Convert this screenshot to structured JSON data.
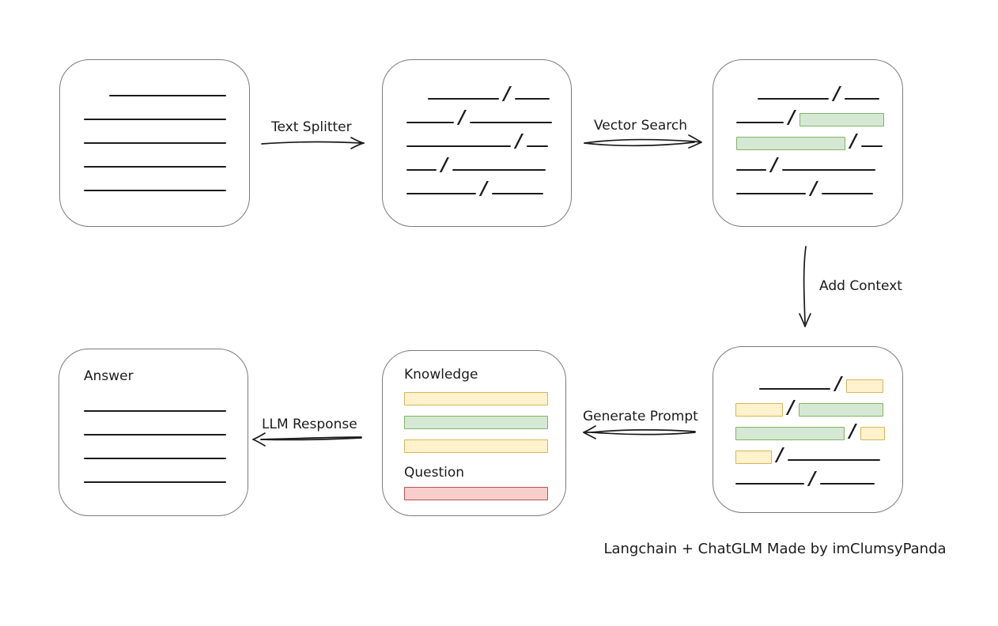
{
  "caption": "Langchain + ChatGLM Made by imClumsyPanda",
  "slash_char": "/",
  "labels": {
    "text_splitter": "Text Splitter",
    "vector_search": "Vector Search",
    "add_context": "Add Context",
    "generate_prompt": "Generate Prompt",
    "llm_response": "LLM Response"
  },
  "colors": {
    "line": "#1b1b1b",
    "box_border": "#7b7b7b",
    "green_fill": "#d5e8d4",
    "green_border": "#82b366",
    "yellow_fill": "#fff2cc",
    "yellow_border": "#d6b656",
    "red_fill": "#f8cecc",
    "red_border": "#b85450"
  },
  "boxes": {
    "document": {
      "lines": [
        {
          "w": 148,
          "indent": 32
        },
        {
          "w": 180
        },
        {
          "w": 180
        },
        {
          "w": 180
        },
        {
          "w": 180
        }
      ]
    },
    "split_chunks": {
      "rows": [
        {
          "indent": 27,
          "segs": [
            {
              "t": "line",
              "w": 90
            },
            {
              "t": "slash"
            },
            {
              "t": "line",
              "w": 44
            }
          ]
        },
        {
          "segs": [
            {
              "t": "line",
              "w": 60
            },
            {
              "t": "slash"
            },
            {
              "t": "line",
              "w": 104
            }
          ]
        },
        {
          "segs": [
            {
              "t": "line",
              "w": 132
            },
            {
              "t": "slash"
            },
            {
              "t": "line",
              "w": 27
            }
          ]
        },
        {
          "segs": [
            {
              "t": "line",
              "w": 38
            },
            {
              "t": "slash"
            },
            {
              "t": "line",
              "w": 118
            }
          ]
        },
        {
          "segs": [
            {
              "t": "line",
              "w": 88
            },
            {
              "t": "slash"
            },
            {
              "t": "line",
              "w": 65
            }
          ]
        }
      ]
    },
    "matched_chunks": {
      "rows": [
        {
          "indent": 27,
          "segs": [
            {
              "t": "line",
              "w": 90
            },
            {
              "t": "slash"
            },
            {
              "t": "line",
              "w": 44
            }
          ]
        },
        {
          "segs": [
            {
              "t": "line",
              "w": 60
            },
            {
              "t": "slash"
            },
            {
              "t": "green",
              "w": 107
            }
          ]
        },
        {
          "segs": [
            {
              "t": "green",
              "w": 138
            },
            {
              "t": "slash"
            },
            {
              "t": "line",
              "w": 27
            }
          ]
        },
        {
          "segs": [
            {
              "t": "line",
              "w": 38
            },
            {
              "t": "slash"
            },
            {
              "t": "line",
              "w": 118
            }
          ]
        },
        {
          "segs": [
            {
              "t": "line",
              "w": 88
            },
            {
              "t": "slash"
            },
            {
              "t": "line",
              "w": 65
            }
          ]
        }
      ]
    },
    "context_chunks": {
      "rows": [
        {
          "indent": 30,
          "segs": [
            {
              "t": "line",
              "w": 90
            },
            {
              "t": "slash"
            },
            {
              "t": "yellow",
              "w": 47
            }
          ]
        },
        {
          "segs": [
            {
              "t": "yellow",
              "w": 60
            },
            {
              "t": "slash"
            },
            {
              "t": "green",
              "w": 107
            }
          ]
        },
        {
          "segs": [
            {
              "t": "green",
              "w": 138
            },
            {
              "t": "slash"
            },
            {
              "t": "yellow",
              "w": 31
            }
          ]
        },
        {
          "segs": [
            {
              "t": "yellow",
              "w": 46
            },
            {
              "t": "slash"
            },
            {
              "t": "line",
              "w": 117
            }
          ]
        },
        {
          "segs": [
            {
              "t": "line",
              "w": 87
            },
            {
              "t": "slash"
            },
            {
              "t": "line",
              "w": 69
            }
          ]
        }
      ]
    },
    "prompt": {
      "knowledge_label": "Knowledge",
      "question_label": "Question",
      "knowledge_bars": [
        {
          "color": "yellow",
          "w": 182
        },
        {
          "color": "green",
          "w": 182
        },
        {
          "color": "yellow",
          "w": 182
        }
      ],
      "question_bars": [
        {
          "color": "red",
          "w": 182
        }
      ]
    },
    "answer": {
      "label": "Answer",
      "lines": [
        {
          "w": 180
        },
        {
          "w": 180
        },
        {
          "w": 180
        },
        {
          "w": 180
        }
      ]
    }
  }
}
